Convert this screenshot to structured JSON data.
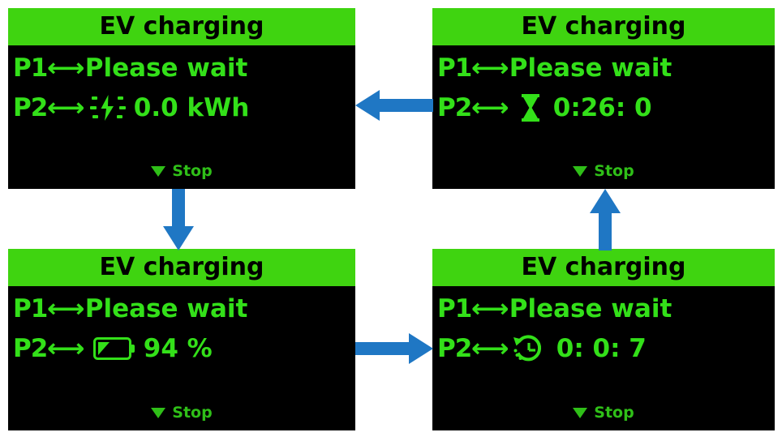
{
  "colors": {
    "lcd_background": "#000000",
    "lcd_header_green": "#3fd410",
    "lcd_text_green": "#33e019",
    "arrow_blue": "#1f77c4",
    "page_background": "#ffffff"
  },
  "panels": [
    {
      "id": "panel-energy",
      "header": "EV charging",
      "line1": {
        "label": "P1",
        "separator": "⟷",
        "text": "Please wait"
      },
      "line2": {
        "label": "P2",
        "separator": "⟷",
        "icon": "flash-charging-icon",
        "value": "0.0 kWh"
      },
      "footer": {
        "icon": "triangle-down-icon",
        "label": "Stop"
      }
    },
    {
      "id": "panel-remaining-time",
      "header": "EV charging",
      "line1": {
        "label": "P1",
        "separator": "⟷",
        "text": "Please wait"
      },
      "line2": {
        "label": "P2",
        "separator": "⟷",
        "icon": "hourglass-icon",
        "value": "0:26: 0"
      },
      "footer": {
        "icon": "triangle-down-icon",
        "label": "Stop"
      }
    },
    {
      "id": "panel-battery",
      "header": "EV charging",
      "line1": {
        "label": "P1",
        "separator": "⟷",
        "text": "Please wait"
      },
      "line2": {
        "label": "P2",
        "separator": "⟷",
        "icon": "battery-icon",
        "value": "94 %"
      },
      "footer": {
        "icon": "triangle-down-icon",
        "label": "Stop"
      }
    },
    {
      "id": "panel-elapsed-time",
      "header": "EV charging",
      "line1": {
        "label": "P1",
        "separator": "⟷",
        "text": "Please wait"
      },
      "line2": {
        "label": "P2",
        "separator": "⟷",
        "icon": "clock-history-icon",
        "value": "0:  0: 7"
      },
      "footer": {
        "icon": "triangle-down-icon",
        "label": "Stop"
      }
    }
  ],
  "arrows": [
    {
      "id": "arrow-top",
      "direction": "left",
      "from": "panel-remaining-time",
      "to": "panel-energy"
    },
    {
      "id": "arrow-left",
      "direction": "down",
      "from": "panel-energy",
      "to": "panel-battery"
    },
    {
      "id": "arrow-bottom",
      "direction": "right",
      "from": "panel-battery",
      "to": "panel-elapsed-time"
    },
    {
      "id": "arrow-right",
      "direction": "up",
      "from": "panel-elapsed-time",
      "to": "panel-remaining-time"
    }
  ]
}
